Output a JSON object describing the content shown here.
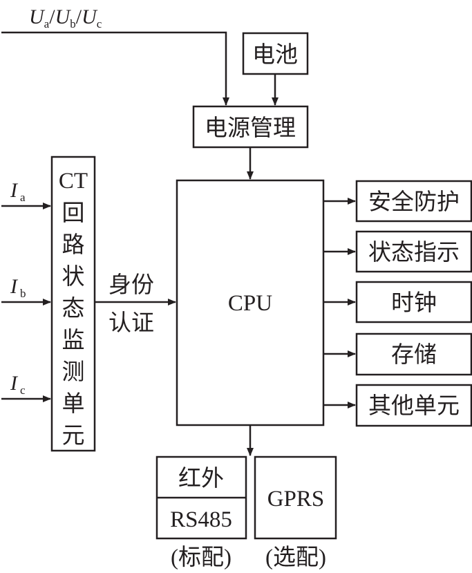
{
  "voltage_inputs": [
    {
      "symbol": "U",
      "sub": "a"
    },
    {
      "symbol": "U",
      "sub": "b"
    },
    {
      "symbol": "U",
      "sub": "c"
    }
  ],
  "separator": "/",
  "current_inputs": [
    {
      "symbol": "I",
      "sub": "a"
    },
    {
      "symbol": "I",
      "sub": "b"
    },
    {
      "symbol": "I",
      "sub": "c"
    }
  ],
  "battery": "电池",
  "power_management": "电源管理",
  "cpu": "CPU",
  "ct_unit": [
    "CT",
    "回",
    "路",
    "状",
    "态",
    "监",
    "测",
    "单",
    "元"
  ],
  "auth_label": [
    "身份",
    "认证"
  ],
  "outputs": [
    "安全防护",
    "状态指示",
    "时钟",
    "存储",
    "其他单元"
  ],
  "comm_standard": {
    "top": "红外",
    "bottom": "RS485",
    "note": "(标配)"
  },
  "comm_optional": {
    "label": "GPRS",
    "note": "(选配)"
  }
}
